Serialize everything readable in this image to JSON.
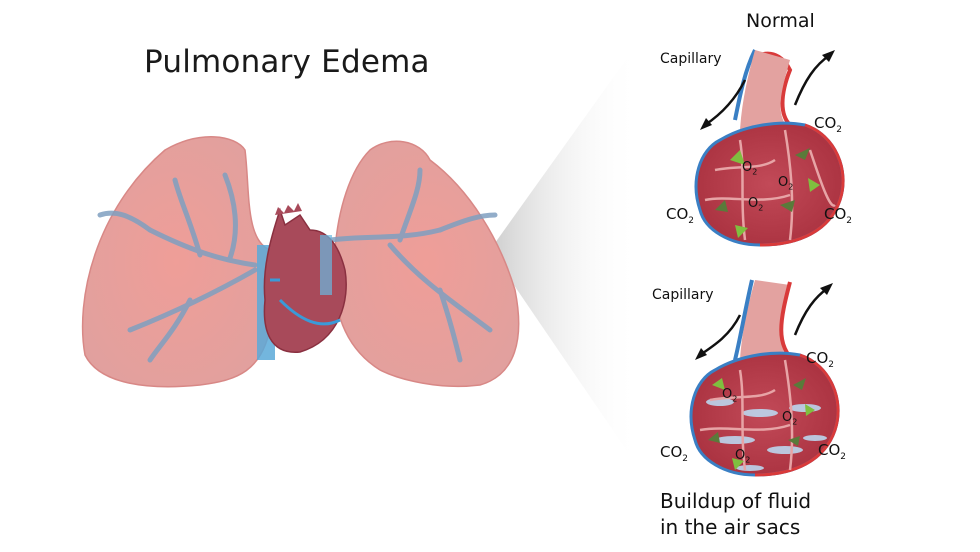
{
  "title": "Pulmonary Edema",
  "normal_panel": {
    "heading": "Normal",
    "capillary_label": "Capillary",
    "gas_labels": {
      "co2_top_right": {
        "main": "CO",
        "sub": "2"
      },
      "co2_bottom_left": {
        "main": "CO",
        "sub": "2"
      },
      "co2_bottom_right": {
        "main": "CO",
        "sub": "2"
      },
      "o2_a": {
        "main": "O",
        "sub": "2"
      },
      "o2_b": {
        "main": "O",
        "sub": "2"
      },
      "o2_c": {
        "main": "O",
        "sub": "2"
      }
    }
  },
  "edema_panel": {
    "capillary_label": "Capillary",
    "gas_labels": {
      "co2_top_right": {
        "main": "CO",
        "sub": "2"
      },
      "co2_bottom_left": {
        "main": "CO",
        "sub": "2"
      },
      "co2_bottom_right": {
        "main": "CO",
        "sub": "2"
      },
      "o2_a": {
        "main": "O",
        "sub": "2"
      },
      "o2_b": {
        "main": "O",
        "sub": "2"
      },
      "o2_c": {
        "main": "O",
        "sub": "2"
      }
    },
    "caption_line1": "Buildup of fluid",
    "caption_line2": "in the air sacs"
  },
  "colors": {
    "lung": "#e9a3a0",
    "lung_dark": "#d9817f",
    "vessel": "#7f9fc0",
    "heart": "#a84a5a",
    "vein_blue": "#3a7fc4",
    "artery_red": "#d93a3a",
    "alveoli": "#b83a4a",
    "fluid": "#bcd6ee",
    "arrow_green": "#7fbf3f"
  }
}
